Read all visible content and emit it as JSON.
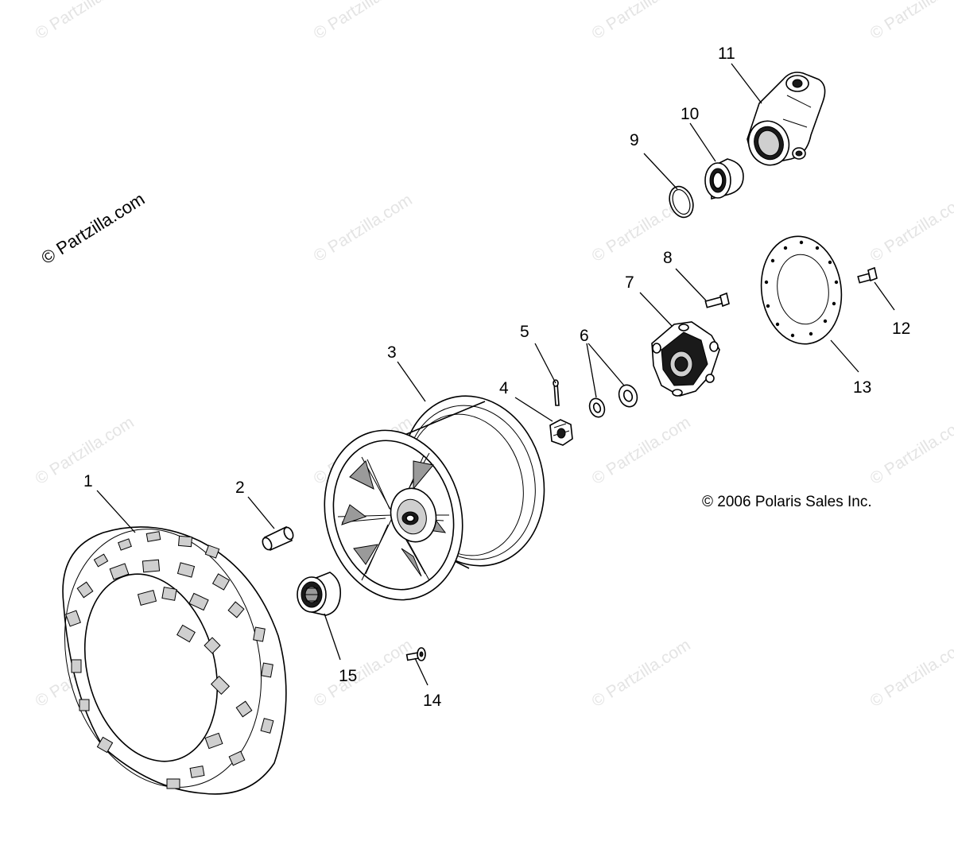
{
  "watermark": {
    "text": "© Partzilla.com"
  },
  "brand_watermark": {
    "text": "© Partzilla.com"
  },
  "copyright": {
    "text": "© 2006 Polaris Sales Inc."
  },
  "callouts": [
    "1",
    "2",
    "3",
    "4",
    "5",
    "6",
    "7",
    "8",
    "9",
    "10",
    "11",
    "12",
    "13",
    "14",
    "15"
  ],
  "parts": {
    "tire": "tire",
    "valve_stem": "valve-stem",
    "rim": "wheel-rim",
    "castle_nut": "castle-nut",
    "cotter_pin": "cotter-pin",
    "washers": "washers",
    "hub": "wheel-hub",
    "stud_bolt": "stud-bolt",
    "retaining_ring": "retaining-ring",
    "bearing": "bearing",
    "knuckle": "steering-knuckle",
    "brake_bolt": "brake-disc-bolt",
    "brake_disc": "brake-disc",
    "lug_screw": "lug-screw",
    "hub_cap": "hub-cap"
  }
}
